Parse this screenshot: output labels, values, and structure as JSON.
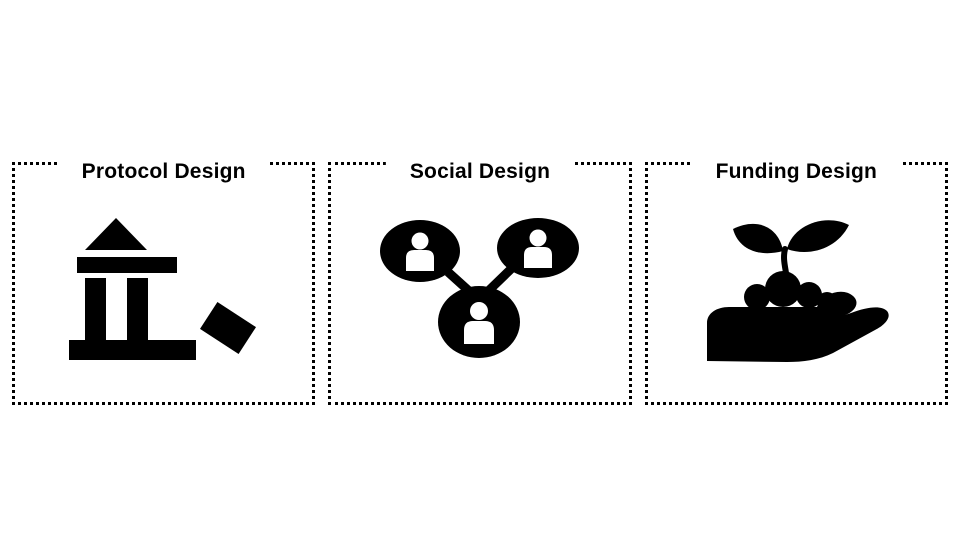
{
  "panels": [
    {
      "title": "Protocol Design",
      "icon": "building-blocks-icon"
    },
    {
      "title": "Social Design",
      "icon": "people-network-icon"
    },
    {
      "title": "Funding Design",
      "icon": "hand-holding-sprout-icon"
    }
  ],
  "colors": {
    "icon_fill": "#000000",
    "border": "#000000",
    "title_text": "#000000",
    "background": "#ffffff"
  }
}
